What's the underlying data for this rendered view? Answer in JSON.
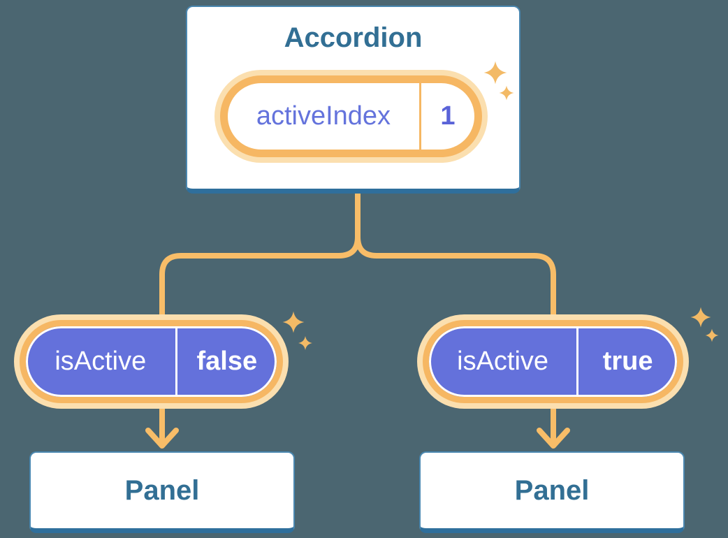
{
  "diagram": {
    "root": {
      "title": "Accordion",
      "state": {
        "name": "activeIndex",
        "value": "1"
      }
    },
    "children": [
      {
        "state": {
          "name": "isActive",
          "value": "false"
        },
        "panel": {
          "label": "Panel"
        }
      },
      {
        "state": {
          "name": "isActive",
          "value": "true"
        },
        "panel": {
          "label": "Panel"
        }
      }
    ]
  },
  "icons": {
    "sparkle": "four-point star ✦"
  },
  "colors": {
    "background": "#4B6671",
    "card_bg": "#FFFFFF",
    "card_border": "#4A87B0",
    "card_border_bottom": "#2F6F9C",
    "heading_text": "#326F94",
    "pill_ring": "#F6B763",
    "pill_glow": "#FBDFAF",
    "pill_fill": "#6471DB",
    "state_name_text": "#6473DC",
    "state_value_text": "#5A63D8",
    "connector": "#F8BD68",
    "sparkle": "#F3BA66"
  }
}
